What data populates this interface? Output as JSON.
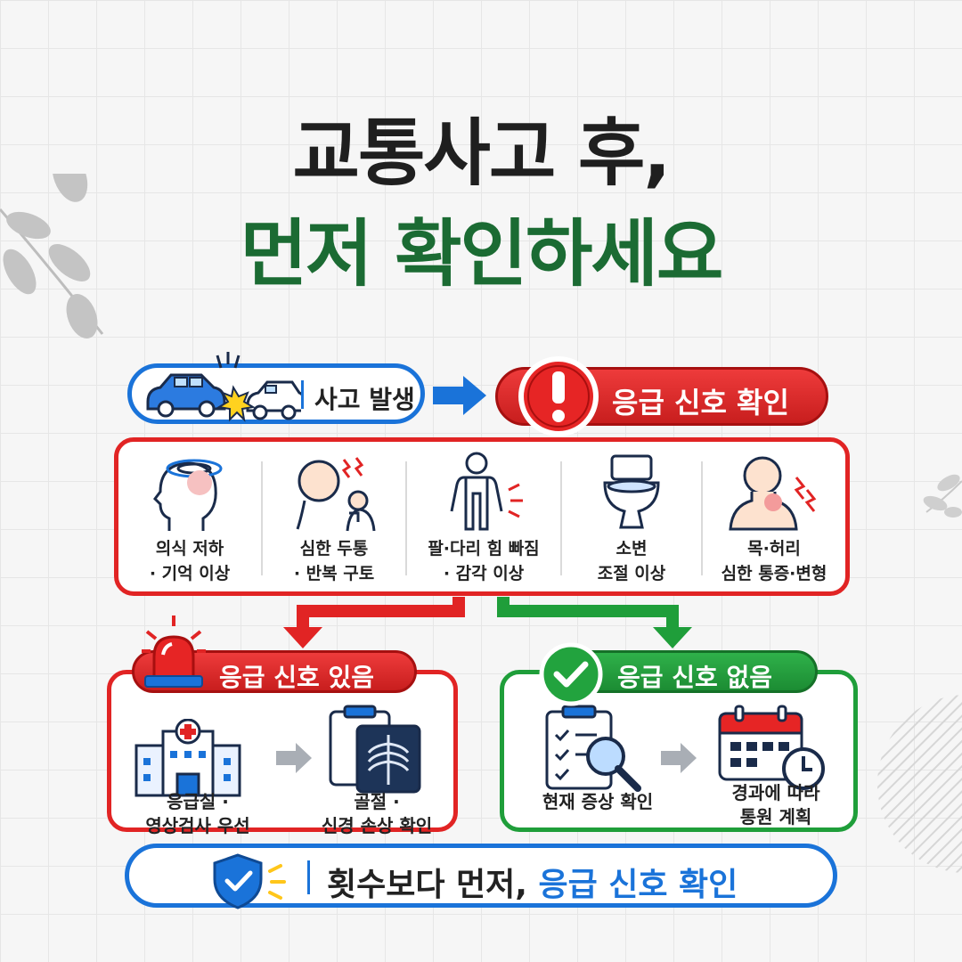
{
  "title": {
    "line1": "교통사고 후,",
    "line2": "먼저 확인하세요"
  },
  "flow": {
    "accident": "사고 발생",
    "emergency_check": "응급 신호 확인"
  },
  "signs": [
    {
      "line1": "의식 저하",
      "line2": "· 기억 이상",
      "icon": "dizzy-head-icon"
    },
    {
      "line1": "심한 두통",
      "line2": "· 반복 구토",
      "icon": "headache-vomit-icon"
    },
    {
      "line1": "팔·다리 힘 빠짐",
      "line2": "· 감각 이상",
      "icon": "limb-weakness-icon"
    },
    {
      "line1": "소변",
      "line2": "조절 이상",
      "icon": "toilet-icon"
    },
    {
      "line1": "목·허리",
      "line2": "심한 통증·변형",
      "icon": "neck-pain-icon"
    }
  ],
  "branch_yes": {
    "label": "응급 신호 있음",
    "steps": [
      {
        "line1": "응급실 ·",
        "line2": "영상검사 우선",
        "icon": "hospital-icon"
      },
      {
        "line1": "골절 ·",
        "line2": "신경 손상 확인",
        "icon": "xray-icon"
      }
    ]
  },
  "branch_no": {
    "label": "응급 신호 없음",
    "steps": [
      {
        "line1": "현재 증상 확인",
        "line2": "",
        "icon": "checklist-search-icon"
      },
      {
        "line1": "경과에 따라",
        "line2": "통원 계획",
        "icon": "calendar-clock-icon"
      }
    ]
  },
  "bottom": {
    "prefix": "횟수보다 먼저, ",
    "highlight": "응급 신호 확인"
  },
  "colors": {
    "red": "#e12424",
    "green": "#1f9e3a",
    "blue": "#1a73d9",
    "title_green": "#1b6b33"
  }
}
